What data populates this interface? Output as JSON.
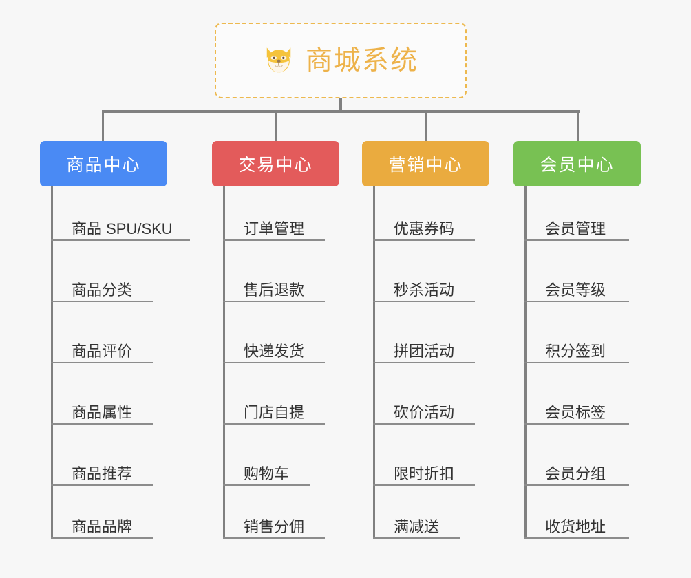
{
  "diagram": {
    "type": "org-tree",
    "background_color": "#f7f7f7",
    "root": {
      "icon": "shiba-dog-face-icon",
      "title": "商城系统",
      "border_color": "#edb94f",
      "text_color": "#edb24a"
    },
    "connector_color": "#808080",
    "leaf_rule_color": "#8c8c8c",
    "leaf_text_color": "#333333",
    "categories": [
      {
        "label": "商品中心",
        "color": "#4a8af4",
        "items": [
          "商品 SPU/SKU",
          "商品分类",
          "商品评价",
          "商品属性",
          "商品推荐",
          "商品品牌"
        ]
      },
      {
        "label": "交易中心",
        "color": "#e35b5b",
        "items": [
          "订单管理",
          "售后退款",
          "快递发货",
          "门店自提",
          "购物车",
          "销售分佣"
        ]
      },
      {
        "label": "营销中心",
        "color": "#eaab3f",
        "items": [
          "优惠券码",
          "秒杀活动",
          "拼团活动",
          "砍价活动",
          "限时折扣",
          "满减送"
        ]
      },
      {
        "label": "会员中心",
        "color": "#78c council",
        "items": [
          "会员管理",
          "会员等级",
          "积分签到",
          "会员标签",
          "会员分组",
          "收货地址"
        ]
      }
    ]
  }
}
